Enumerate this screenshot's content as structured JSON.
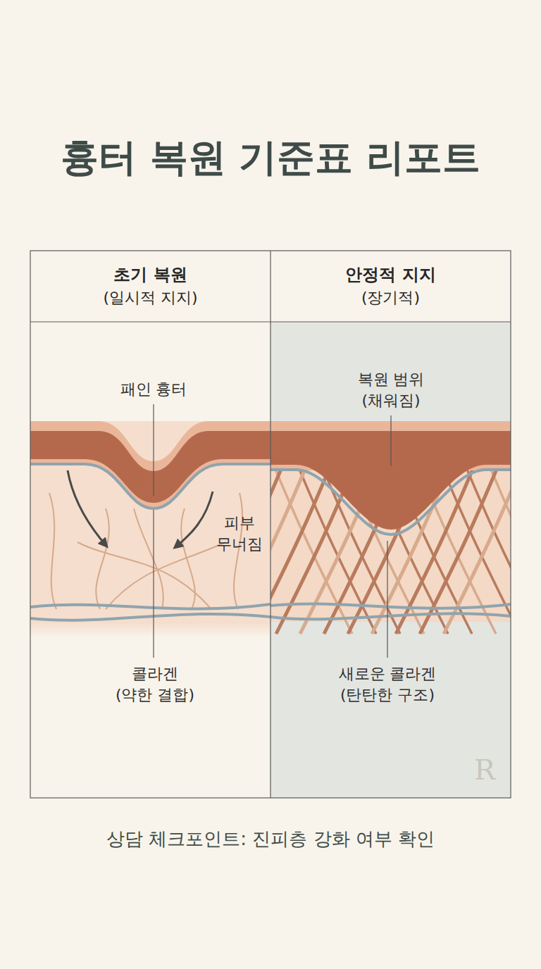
{
  "diagram": {
    "title": "흉터 복원 기준표 리포트",
    "caption": "상담 체크포인트: 진피층 강화 여부 확인",
    "nodes": [
      {
        "text": [
          "초기 복원",
          "(일시적 지지)"
        ]
      },
      {
        "text": [
          "안정적 지지",
          "(장기적)"
        ]
      }
    ],
    "labels": [
      "패인 흉터",
      "피부 무너짐",
      "콜라겐 (약한 결합)",
      "복원 범위 (채워짐)",
      "새로운 콜라겐 (탄탄한 구조)",
      "R"
    ]
  }
}
